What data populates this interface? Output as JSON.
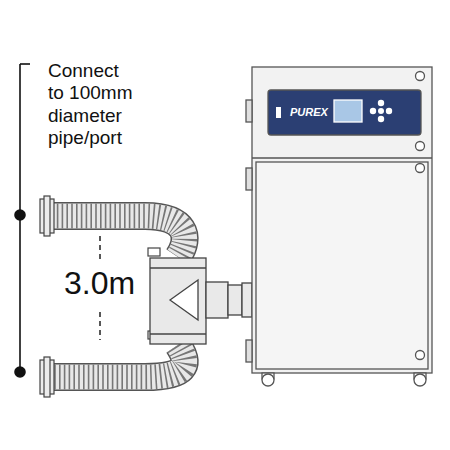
{
  "diagram": {
    "nodes": [
      {
        "text": [
          "PUREX"
        ]
      }
    ],
    "labels": [
      "Connect to 100mm diameter pipe/port",
      "3.0m"
    ]
  }
}
